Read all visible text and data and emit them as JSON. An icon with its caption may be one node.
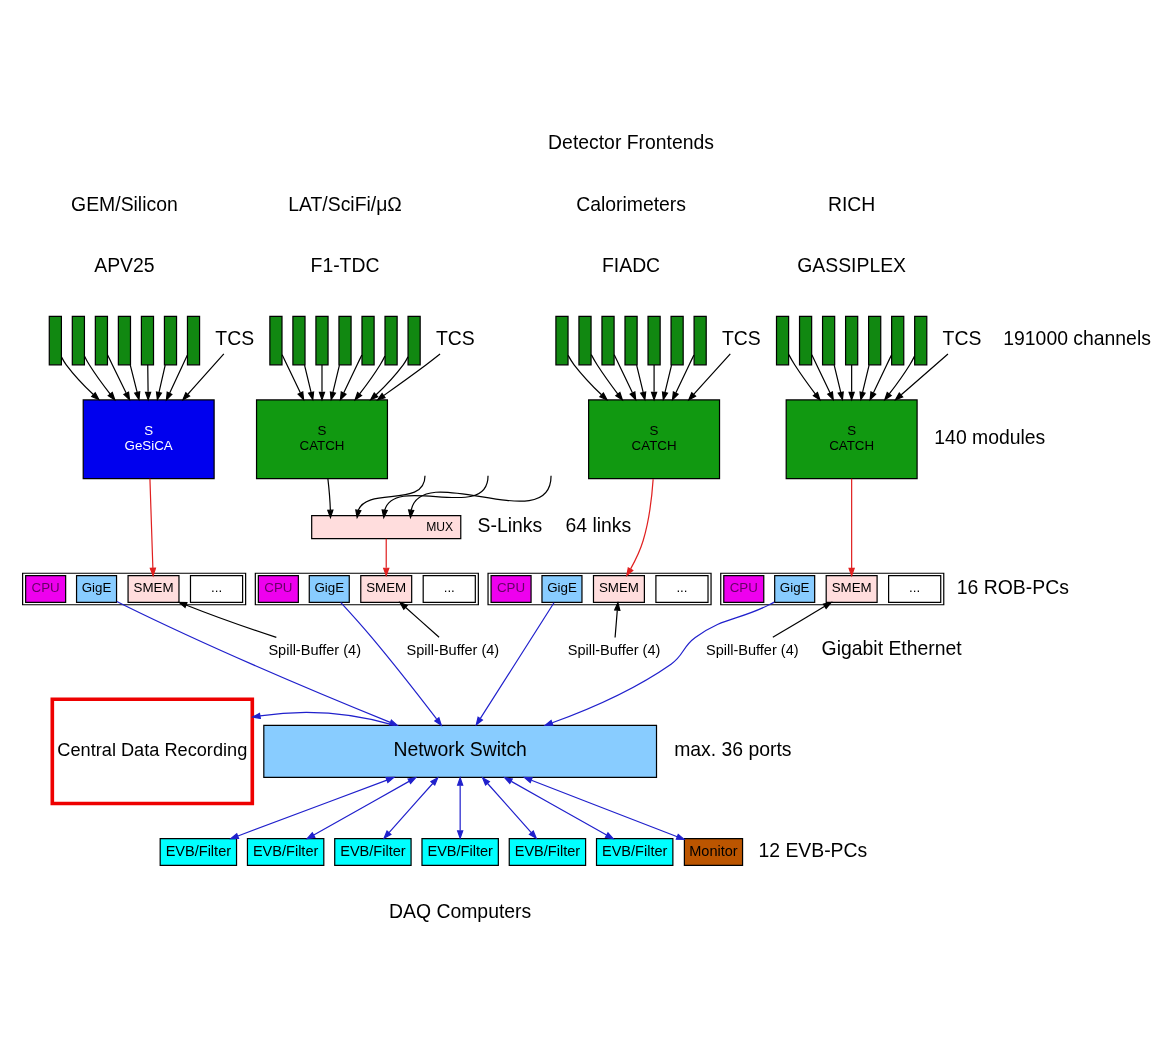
{
  "diagram": {
    "nodes": [
      {
        "text": [],
        "shape": "bar"
      },
      {
        "text": [],
        "shape": "bar"
      },
      {
        "text": [],
        "shape": "bar"
      },
      {
        "text": [],
        "shape": "bar"
      },
      {
        "text": [],
        "shape": "bar"
      },
      {
        "text": [],
        "shape": "bar"
      },
      {
        "text": [],
        "shape": "bar"
      },
      {
        "text": [
          "S",
          "GeSiCA"
        ]
      },
      {
        "text": [
          "TCS"
        ]
      },
      {
        "text": [],
        "shape": "bar"
      },
      {
        "text": [],
        "shape": "bar"
      },
      {
        "text": [],
        "shape": "bar"
      },
      {
        "text": [],
        "shape": "bar"
      },
      {
        "text": [],
        "shape": "bar"
      },
      {
        "text": [],
        "shape": "bar"
      },
      {
        "text": [],
        "shape": "bar"
      },
      {
        "text": [
          "S",
          "CATCH"
        ]
      },
      {
        "text": [
          "TCS"
        ]
      },
      {
        "text": [],
        "shape": "bar"
      },
      {
        "text": [],
        "shape": "bar"
      },
      {
        "text": [],
        "shape": "bar"
      },
      {
        "text": [],
        "shape": "bar"
      },
      {
        "text": [],
        "shape": "bar"
      },
      {
        "text": [],
        "shape": "bar"
      },
      {
        "text": [],
        "shape": "bar"
      },
      {
        "text": [
          "S",
          "CATCH"
        ]
      },
      {
        "text": [
          "TCS"
        ]
      },
      {
        "text": [],
        "shape": "bar"
      },
      {
        "text": [],
        "shape": "bar"
      },
      {
        "text": [],
        "shape": "bar"
      },
      {
        "text": [],
        "shape": "bar"
      },
      {
        "text": [],
        "shape": "bar"
      },
      {
        "text": [],
        "shape": "bar"
      },
      {
        "text": [],
        "shape": "bar"
      },
      {
        "text": [
          "S",
          "CATCH"
        ]
      },
      {
        "text": [
          "TCS"
        ]
      },
      {
        "text": [
          "MUX"
        ]
      },
      {
        "text": [],
        "shape": "box"
      },
      {
        "text": [
          "CPU"
        ],
        "in": 37
      },
      {
        "text": [
          "GigE"
        ],
        "in": 37
      },
      {
        "text": [
          "SMEM"
        ],
        "in": 37
      },
      {
        "text": [
          "..."
        ],
        "in": 37
      },
      {
        "text": [
          "Spill-Buffer (4)"
        ]
      },
      {
        "text": [],
        "shape": "box"
      },
      {
        "text": [
          "CPU"
        ],
        "in": 43
      },
      {
        "text": [
          "GigE"
        ],
        "in": 43
      },
      {
        "text": [
          "SMEM"
        ],
        "in": 43
      },
      {
        "text": [
          "..."
        ],
        "in": 43
      },
      {
        "text": [
          "Spill-Buffer (4)"
        ]
      },
      {
        "text": [],
        "shape": "box"
      },
      {
        "text": [
          "CPU"
        ],
        "in": 49
      },
      {
        "text": [
          "GigE"
        ],
        "in": 49
      },
      {
        "text": [
          "SMEM"
        ],
        "in": 49
      },
      {
        "text": [
          "..."
        ],
        "in": 49
      },
      {
        "text": [
          "Spill-Buffer (4)"
        ]
      },
      {
        "text": [],
        "shape": "box"
      },
      {
        "text": [
          "CPU"
        ],
        "in": 55
      },
      {
        "text": [
          "GigE"
        ],
        "in": 55
      },
      {
        "text": [
          "SMEM"
        ],
        "in": 55
      },
      {
        "text": [
          "..."
        ],
        "in": 55
      },
      {
        "text": [
          "Spill-Buffer (4)"
        ]
      },
      {
        "text": [
          "Central Data Recording"
        ]
      },
      {
        "text": [
          "Network Switch"
        ]
      },
      {
        "text": [
          "EVB/Filter"
        ]
      },
      {
        "text": [
          "EVB/Filter"
        ]
      },
      {
        "text": [
          "EVB/Filter"
        ]
      },
      {
        "text": [
          "EVB/Filter"
        ]
      },
      {
        "text": [
          "EVB/Filter"
        ]
      },
      {
        "text": [
          "EVB/Filter"
        ]
      },
      {
        "text": [
          "Monitor"
        ]
      }
    ],
    "edges": [
      {
        "from": 0,
        "to": 7,
        "arrow": "to"
      },
      {
        "from": 1,
        "to": 7,
        "arrow": "to"
      },
      {
        "from": 2,
        "to": 7,
        "arrow": "to"
      },
      {
        "from": 3,
        "to": 7,
        "arrow": "to"
      },
      {
        "from": 4,
        "to": 7,
        "arrow": "to"
      },
      {
        "from": 5,
        "to": 7,
        "arrow": "to"
      },
      {
        "from": 6,
        "to": 7,
        "arrow": "to"
      },
      {
        "from": 8,
        "to": 7,
        "arrow": "to"
      },
      {
        "from": 9,
        "to": 16,
        "arrow": "to"
      },
      {
        "from": 10,
        "to": 16,
        "arrow": "to"
      },
      {
        "from": 11,
        "to": 16,
        "arrow": "to"
      },
      {
        "from": 12,
        "to": 16,
        "arrow": "to"
      },
      {
        "from": 13,
        "to": 16,
        "arrow": "to"
      },
      {
        "from": 14,
        "to": 16,
        "arrow": "to"
      },
      {
        "from": 15,
        "to": 16,
        "arrow": "to"
      },
      {
        "from": 17,
        "to": 16,
        "arrow": "to"
      },
      {
        "from": 18,
        "to": 25,
        "arrow": "to"
      },
      {
        "from": 19,
        "to": 25,
        "arrow": "to"
      },
      {
        "from": 20,
        "to": 25,
        "arrow": "to"
      },
      {
        "from": 21,
        "to": 25,
        "arrow": "to"
      },
      {
        "from": 22,
        "to": 25,
        "arrow": "to"
      },
      {
        "from": 23,
        "to": 25,
        "arrow": "to"
      },
      {
        "from": 24,
        "to": 25,
        "arrow": "to"
      },
      {
        "from": 26,
        "to": 25,
        "arrow": "to"
      },
      {
        "from": 27,
        "to": 34,
        "arrow": "to"
      },
      {
        "from": 28,
        "to": 34,
        "arrow": "to"
      },
      {
        "from": 29,
        "to": 34,
        "arrow": "to"
      },
      {
        "from": 30,
        "to": 34,
        "arrow": "to"
      },
      {
        "from": 31,
        "to": 34,
        "arrow": "to"
      },
      {
        "from": 32,
        "to": 34,
        "arrow": "to"
      },
      {
        "from": 33,
        "to": 34,
        "arrow": "to"
      },
      {
        "from": 35,
        "to": 34,
        "arrow": "to"
      },
      {
        "from": 16,
        "to": 36,
        "arrow": "to"
      },
      {
        "from": null,
        "to": 36,
        "arrow": "to"
      },
      {
        "from": null,
        "to": 36,
        "arrow": "to"
      },
      {
        "from": null,
        "to": 36,
        "arrow": "to"
      },
      {
        "from": 7,
        "to": 40,
        "arrow": "to",
        "color": "#e02020"
      },
      {
        "from": 36,
        "to": 46,
        "arrow": "to",
        "color": "#e02020"
      },
      {
        "from": 25,
        "to": 52,
        "arrow": "to",
        "color": "#e02020"
      },
      {
        "from": 34,
        "to": 58,
        "arrow": "to",
        "color": "#e02020"
      },
      {
        "from": 42,
        "to": 40,
        "arrow": "to"
      },
      {
        "from": 48,
        "to": 46,
        "arrow": "to"
      },
      {
        "from": 54,
        "to": 52,
        "arrow": "to"
      },
      {
        "from": 60,
        "to": 58,
        "arrow": "to"
      },
      {
        "from": 39,
        "to": 62,
        "arrow": "to",
        "color": "#2020cc"
      },
      {
        "from": 45,
        "to": 62,
        "arrow": "to",
        "color": "#2020cc"
      },
      {
        "from": 51,
        "to": 62,
        "arrow": "to",
        "color": "#2020cc"
      },
      {
        "from": 57,
        "to": 62,
        "arrow": "to",
        "color": "#2020cc"
      },
      {
        "from": 62,
        "to": 61,
        "arrow": "to",
        "color": "#2020cc"
      },
      {
        "from": 62,
        "to": 63,
        "arrow": "both",
        "color": "#2020cc"
      },
      {
        "from": 62,
        "to": 64,
        "arrow": "both",
        "color": "#2020cc"
      },
      {
        "from": 62,
        "to": 65,
        "arrow": "both",
        "color": "#2020cc"
      },
      {
        "from": 62,
        "to": 66,
        "arrow": "both",
        "color": "#2020cc"
      },
      {
        "from": 62,
        "to": 67,
        "arrow": "both",
        "color": "#2020cc"
      },
      {
        "from": 62,
        "to": 68,
        "arrow": "both",
        "color": "#2020cc"
      },
      {
        "from": 62,
        "to": 69,
        "arrow": "both",
        "color": "#2020cc"
      }
    ],
    "labels": [
      "Detector Frontends",
      "GEM/Silicon",
      "APV25",
      "LAT/SciFi/μΩ",
      "F1-TDC",
      "Calorimeters",
      "FIADC",
      "RICH",
      "GASSIPLEX",
      "191000 channels",
      "140 modules",
      "S-Links",
      "64 links",
      "16 ROB-PCs",
      "Gigabit Ethernet",
      "max. 36 ports",
      "12 EVB-PCs",
      "DAQ Computers"
    ]
  }
}
